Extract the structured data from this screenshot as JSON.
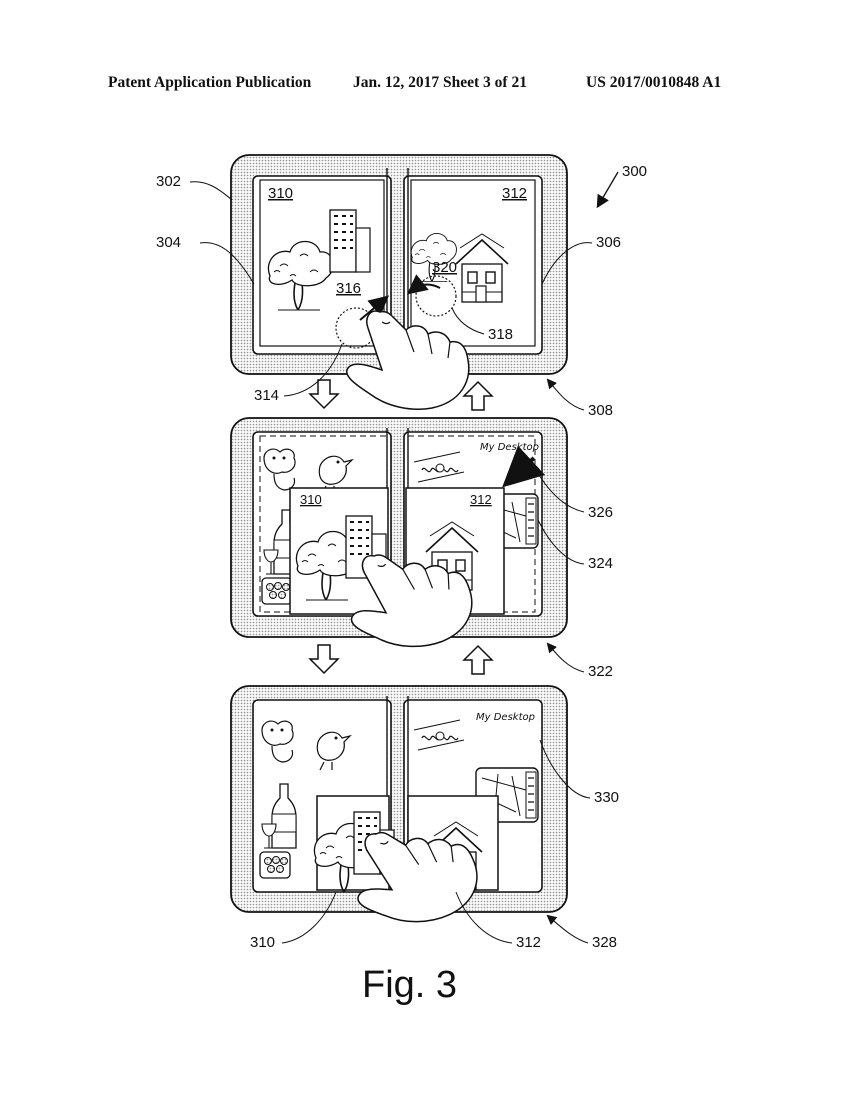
{
  "header": {
    "publication": "Patent Application Publication",
    "date_sheet": "Jan. 12, 2017  Sheet 3 of 21",
    "number": "US 2017/0010848 A1"
  },
  "figure": {
    "caption": "Fig. 3",
    "refs": {
      "r300": "300",
      "r302": "302",
      "r304": "304",
      "r306": "306",
      "r308": "308",
      "r310": "310",
      "r312": "312",
      "r314": "314",
      "r316": "316",
      "r318": "318",
      "r320": "320",
      "r322": "322",
      "r324": "324",
      "r326": "326",
      "r328": "328",
      "r330": "330"
    },
    "desktop_label": "My Desktop"
  }
}
